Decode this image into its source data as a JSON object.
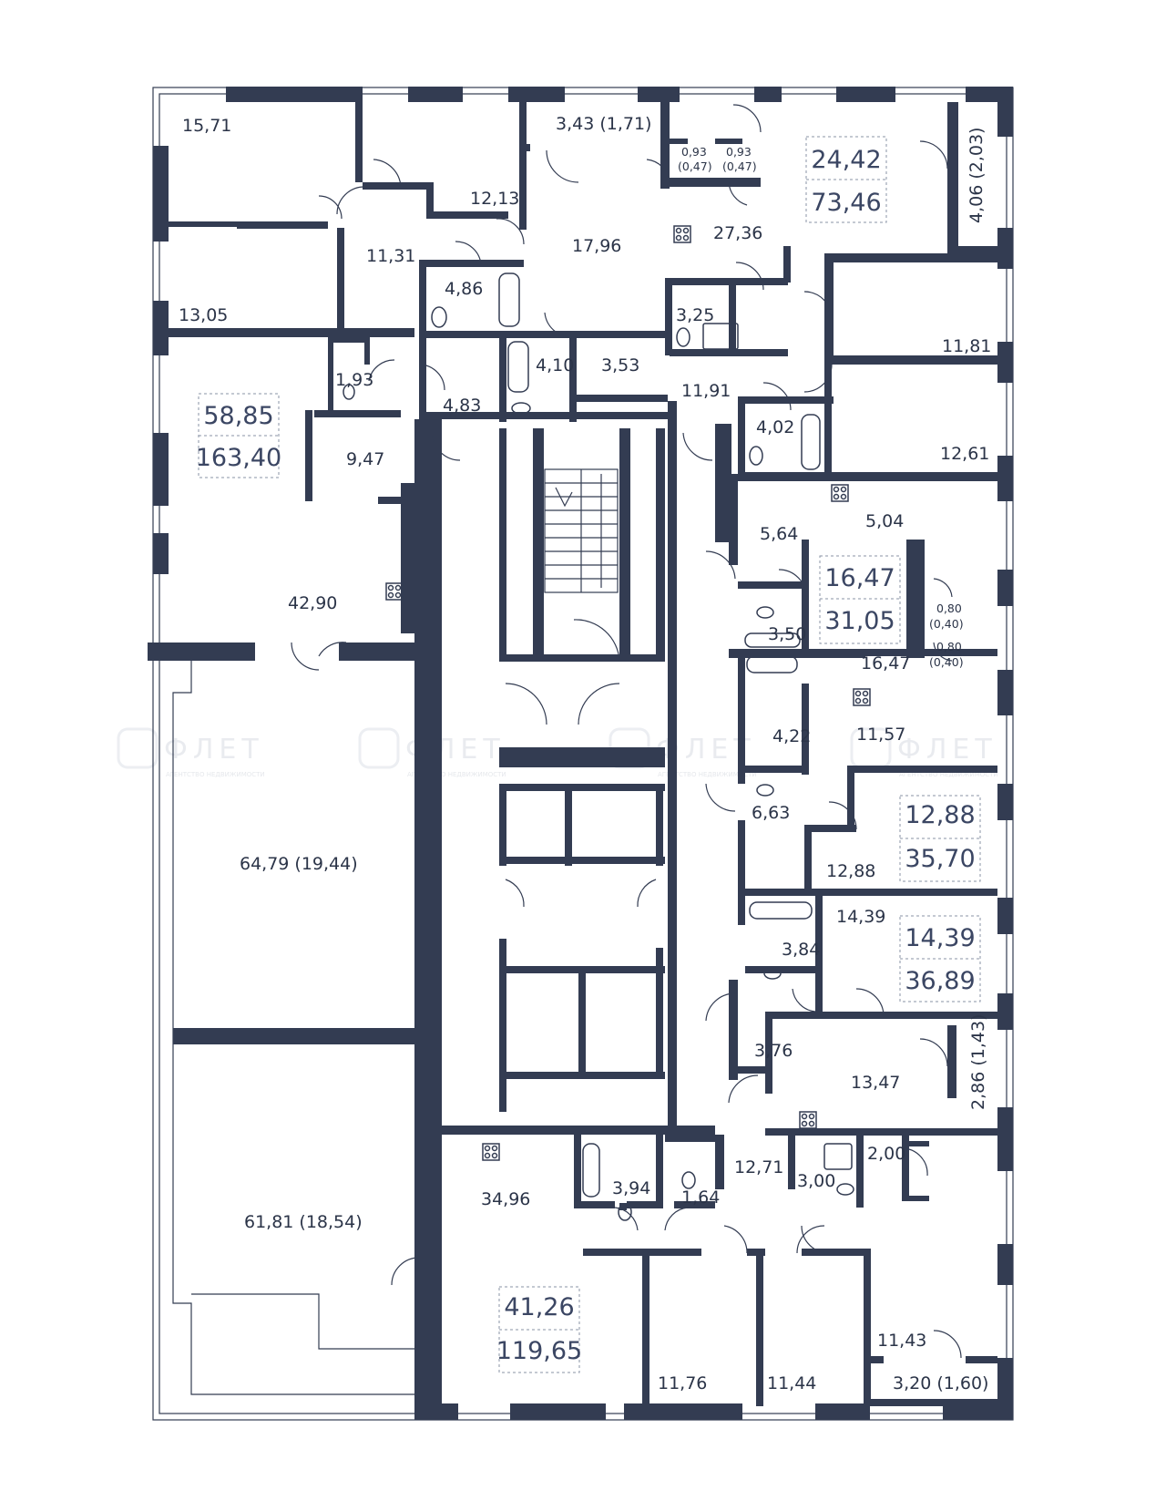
{
  "apartments": [
    {
      "id": "apt-1",
      "living": "58,85",
      "total": "163,40"
    },
    {
      "id": "apt-2",
      "living": "24,42",
      "total": "73,46"
    },
    {
      "id": "apt-3",
      "living": "16,47",
      "total": "31,05"
    },
    {
      "id": "apt-4",
      "living": "12,88",
      "total": "35,70"
    },
    {
      "id": "apt-5",
      "living": "14,39",
      "total": "36,89"
    },
    {
      "id": "apt-6",
      "living": "41,26",
      "total": "119,65"
    }
  ],
  "rooms": [
    "15,71",
    "12,13",
    "3,43 (1,71)",
    "0,93",
    "(0,47)",
    "0,93",
    "(0,47)",
    "11,31",
    "17,96",
    "27,36",
    "4,06 (2,03)",
    "13,05",
    "4,86",
    "3,25",
    "11,81",
    "1,93",
    "4,10",
    "3,53",
    "11,91",
    "4,83",
    "9,47",
    "4,02",
    "12,61",
    "5,64",
    "5,04",
    "42,90",
    "3,50",
    "16,47",
    "0,80",
    "(0,40)",
    "0,80",
    "(0,40)",
    "4,22",
    "11,57",
    "64,79 (19,44)",
    "6,63",
    "12,88",
    "14,39",
    "3,84",
    "3,76",
    "13,47",
    "2,86 (1,43)",
    "12,71",
    "3,94",
    "1,64",
    "3,00",
    "2,00",
    "34,96",
    "61,81 (18,54)",
    "11,43",
    "11,76",
    "11,44",
    "3,20 (1,60)"
  ],
  "watermark": {
    "brand": "ФЛЕТ",
    "tagline": "АГЕНТСТВО НЕДВИЖИМОСТИ"
  },
  "colors": {
    "wall": "#333c52",
    "text": "#2b3448",
    "summary_text": "#3b4663",
    "background": "#ffffff"
  }
}
